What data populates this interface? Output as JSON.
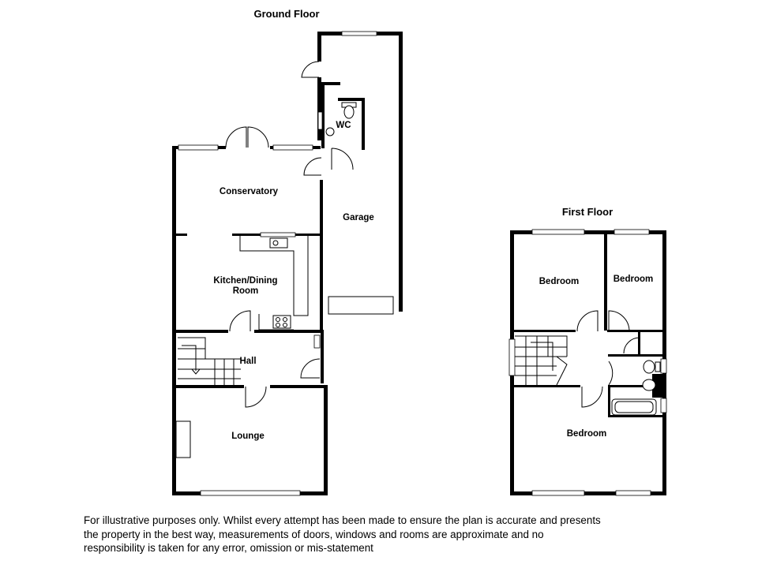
{
  "floors": {
    "ground": {
      "title": "Ground Floor",
      "rooms": {
        "wc": "WC",
        "garage": "Garage",
        "conservatory": "Conservatory",
        "kitchen_line1": "Kitchen/Dining",
        "kitchen_line2": "Room",
        "hall": "Hall",
        "lounge": "Lounge"
      }
    },
    "first": {
      "title": "First Floor",
      "rooms": {
        "bedroom_left": "Bedroom",
        "bedroom_right": "Bedroom",
        "bedroom_bottom": "Bedroom"
      }
    }
  },
  "disclaimer": {
    "line1": "For illustrative purposes only. Whilst every attempt has been made to ensure the plan is accurate and presents",
    "line2": "the property in the best way, measurements of doors, windows and rooms are approximate and no",
    "line3": "responsibility is taken for any error, omission or mis-statement"
  }
}
